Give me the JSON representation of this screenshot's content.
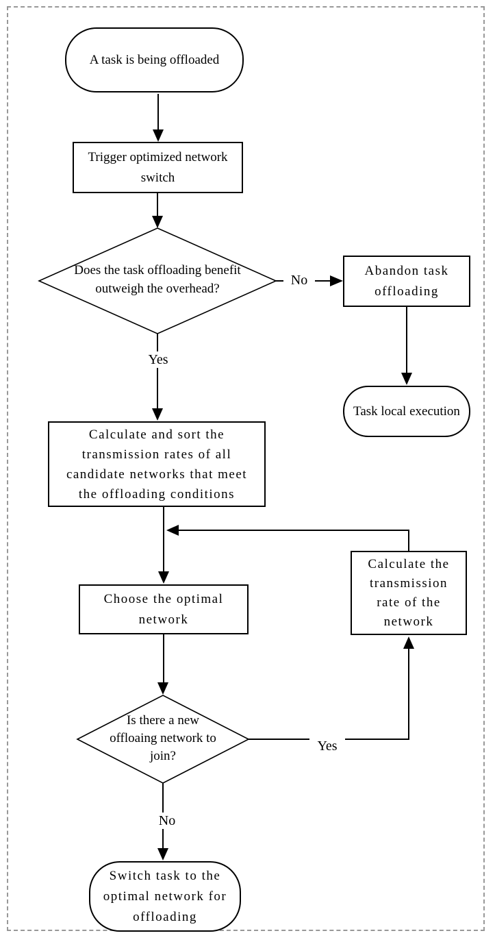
{
  "figure": {
    "background": "#ffffff",
    "border_color": "#989898",
    "line_color": "#000000",
    "shape_fill": "#ffffff"
  },
  "nodes": {
    "start": {
      "type": "terminator",
      "label": "A task is being offloaded"
    },
    "trigger": {
      "type": "process",
      "label": "Trigger optimized network\nswitch"
    },
    "decision_benefit": {
      "type": "decision",
      "label": "Does the task offloading benefit\noutweigh the overhead?"
    },
    "abandon": {
      "type": "process",
      "label": "Abandon task\noffloading"
    },
    "task_local": {
      "type": "terminator",
      "label": "Task local execution"
    },
    "calc_sort": {
      "type": "process",
      "label": "Calculate and sort the\ntransmission rates of all\ncandidate networks that meet\nthe offloading conditions"
    },
    "choose": {
      "type": "process",
      "label": "Choose the optimal\nnetwork"
    },
    "calc_rate": {
      "type": "process",
      "label": "Calculate the\ntransmission\nrate of the\nnetwork"
    },
    "decision_new": {
      "type": "decision",
      "label": "Is there a new\noffloaing network to\njoin?"
    },
    "switch": {
      "type": "terminator",
      "label": "Switch task to the\noptimal network for\noffloading"
    }
  },
  "edge_labels": {
    "benefit_no": "No",
    "benefit_yes": "Yes",
    "new_network_yes": "Yes",
    "new_network_no": "No"
  }
}
